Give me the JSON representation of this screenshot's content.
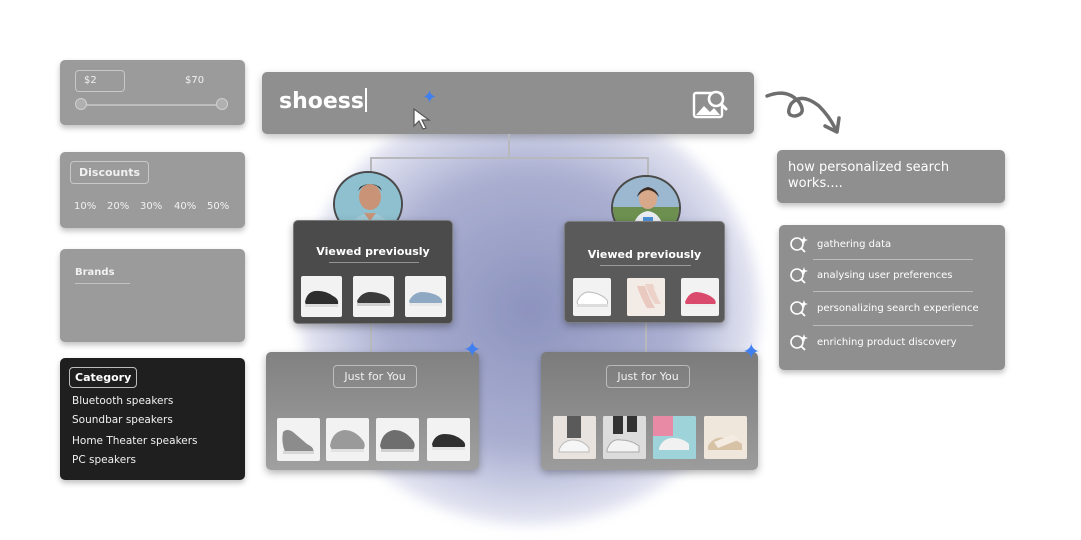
{
  "price_filter": {
    "min": "$2",
    "max": "$70"
  },
  "discounts": {
    "title": "Discounts",
    "options": [
      "10%",
      "20%",
      "30%",
      "40%",
      "50%"
    ]
  },
  "brands": {
    "title": "Brands"
  },
  "category": {
    "title": "Category",
    "items": [
      "Bluetooth speakers",
      "Soundbar speakers",
      "Home Theater speakers",
      "PC speakers"
    ]
  },
  "search": {
    "query": "shoess",
    "icon": "image-search-icon"
  },
  "users": [
    {
      "viewed_title": "Viewed previously",
      "for_you_title": "Just for You"
    },
    {
      "viewed_title": "Viewed previously",
      "for_you_title": "Just for You"
    }
  ],
  "explainer": {
    "title": "how personalized search works....",
    "steps": [
      "gathering data",
      "analysing user preferences",
      "personalizing search experience",
      "enriching product discovery"
    ]
  },
  "colors": {
    "accent": "#3f7ff0",
    "panel": "#9b9b9b",
    "dark": "#1f1f1f",
    "card": "#5c5c5c"
  }
}
